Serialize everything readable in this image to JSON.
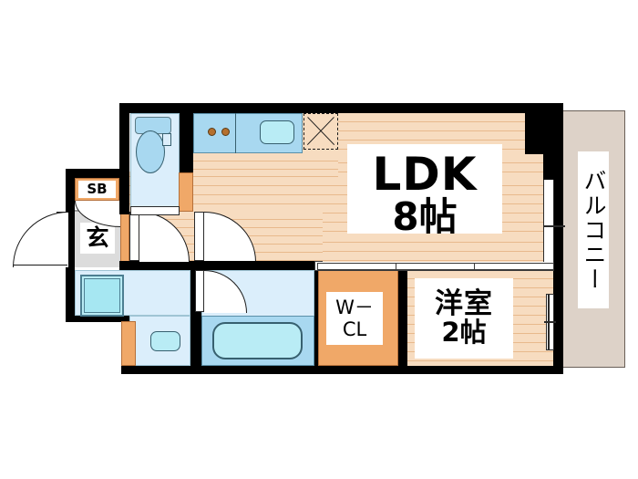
{
  "plan": {
    "type": "japanese-apartment-floorplan",
    "rooms": [
      {
        "key": "ldk",
        "name_line1": "LDK",
        "name_line2": "8帖",
        "label": "LDK 8帖",
        "floor": "wood"
      },
      {
        "key": "washitsu",
        "name_line1": "洋室",
        "name_line2": "2帖",
        "label": "洋室 2帖",
        "floor": "wood"
      },
      {
        "key": "wcl",
        "name_line1": "W－",
        "name_line2": "CL",
        "label": "W-CL",
        "floor": "closet"
      },
      {
        "key": "genkan",
        "name_line1": "玄",
        "name_line2": "",
        "label": "玄",
        "floor": "tile"
      },
      {
        "key": "shoebox",
        "name_line1": "SB",
        "name_line2": "",
        "label": "SB",
        "floor": "closet"
      },
      {
        "key": "balcony",
        "name_line1": "バルコニー",
        "name_line2": "",
        "label": "バルコニー",
        "floor": "balcony"
      }
    ],
    "labels": {
      "ldk_title": "LDK",
      "ldk_size": "8帖",
      "washitsu_title": "洋室",
      "washitsu_size": "2帖",
      "wcl_line1": "W－",
      "wcl_line2": "CL",
      "genkan": "玄",
      "shoebox": "SB",
      "balcony": "バルコニー"
    },
    "fixtures": [
      {
        "name": "toilet",
        "room": "toilet"
      },
      {
        "name": "toilet-tank",
        "room": "toilet"
      },
      {
        "name": "gas-stove-2burner",
        "room": "kitchen"
      },
      {
        "name": "kitchen-sink",
        "room": "kitchen"
      },
      {
        "name": "refrigerator-space",
        "room": "kitchen"
      },
      {
        "name": "washing-machine-space",
        "room": "washroom"
      },
      {
        "name": "vanity-sink",
        "room": "washroom"
      },
      {
        "name": "bathtub",
        "room": "bathroom"
      }
    ],
    "doors": [
      {
        "name": "entrance-door",
        "type": "hinged-swing"
      },
      {
        "name": "genkan-door",
        "type": "hinged-swing"
      },
      {
        "name": "hall-door-1",
        "type": "hinged-swing"
      },
      {
        "name": "hall-door-2",
        "type": "hinged-swing"
      },
      {
        "name": "bathroom-door",
        "type": "hinged-swing"
      },
      {
        "name": "ldk-balcony-door",
        "type": "sliding-glass"
      },
      {
        "name": "ldk-washitsu-partition",
        "type": "sliding"
      }
    ],
    "colors": {
      "wall": "#000000",
      "wood_floor": "#f5d6b4",
      "wood_plank_line": "#e8b98c",
      "closet_orange": "#f0a868",
      "water_blue": "#a8d8f0",
      "water_light": "#dbeefb",
      "fixture_cyan": "#b9ecf5",
      "genkan_grey": "#dcdcdc",
      "balcony_taupe": "#ddd2c8",
      "text": "#000000"
    }
  }
}
